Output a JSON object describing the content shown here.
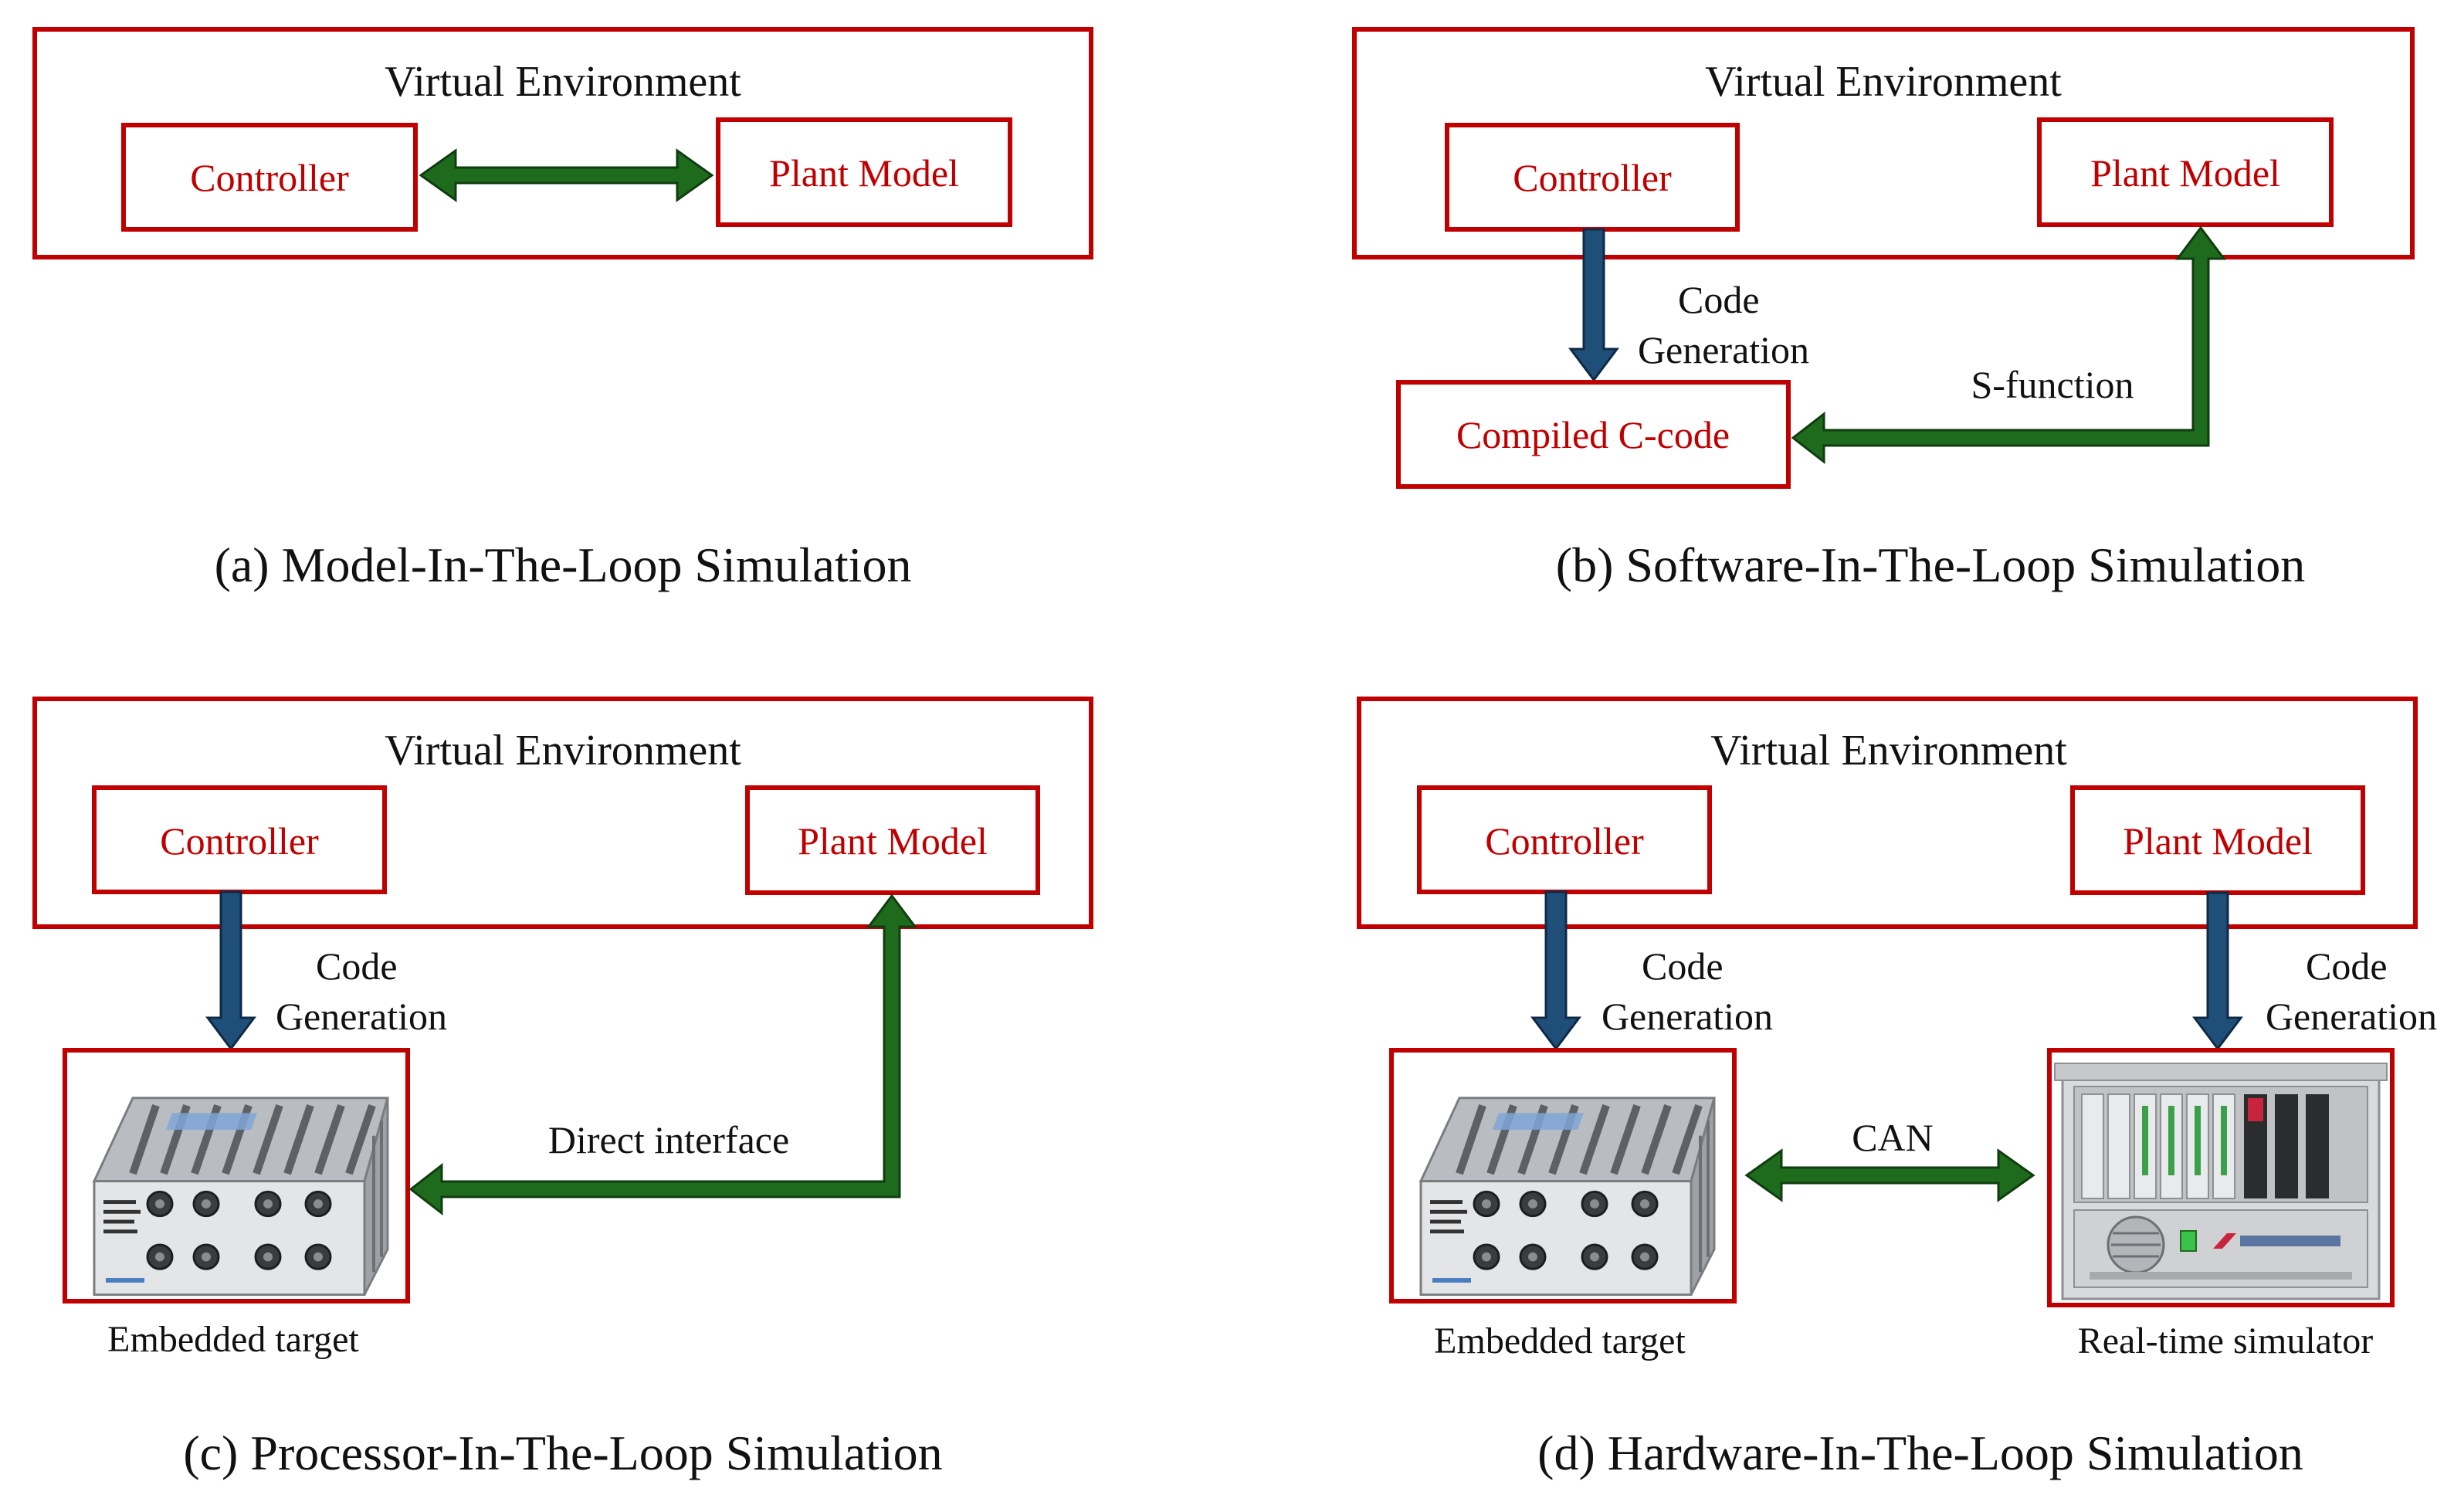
{
  "colors": {
    "box_border": "#c00000",
    "box_text": "#c00000",
    "bidirectional_arrow": "#1e6b1e",
    "code_generation_arrow": "#1f4e79",
    "text": "#111111"
  },
  "panel_a": {
    "env_title": "Virtual Environment",
    "controller": "Controller",
    "plant_model": "Plant Model",
    "caption": "(a) Model-In-The-Loop Simulation"
  },
  "panel_b": {
    "env_title": "Virtual Environment",
    "controller": "Controller",
    "plant_model": "Plant Model",
    "code_generation": [
      "Code",
      "Generation"
    ],
    "compiled_code": "Compiled C-code",
    "s_function": "S-function",
    "caption": "(b) Software-In-The-Loop Simulation"
  },
  "panel_c": {
    "env_title": "Virtual Environment",
    "controller": "Controller",
    "plant_model": "Plant Model",
    "code_generation": [
      "Code",
      "Generation"
    ],
    "direct_interface": "Direct interface",
    "target_label": "Embedded target",
    "caption": "(c) Processor-In-The-Loop Simulation"
  },
  "panel_d": {
    "env_title": "Virtual Environment",
    "controller": "Controller",
    "plant_model": "Plant Model",
    "code_generation_left": [
      "Code",
      "Generation"
    ],
    "code_generation_right": [
      "Code",
      "Generation"
    ],
    "can": "CAN",
    "target_label": "Embedded target",
    "simulator_label": "Real-time simulator",
    "caption": "(d) Hardware-In-The-Loop Simulation"
  },
  "icons": {
    "embedded_target": "embedded-target-device-icon",
    "realtime_simulator": "realtime-simulator-rack-icon"
  }
}
